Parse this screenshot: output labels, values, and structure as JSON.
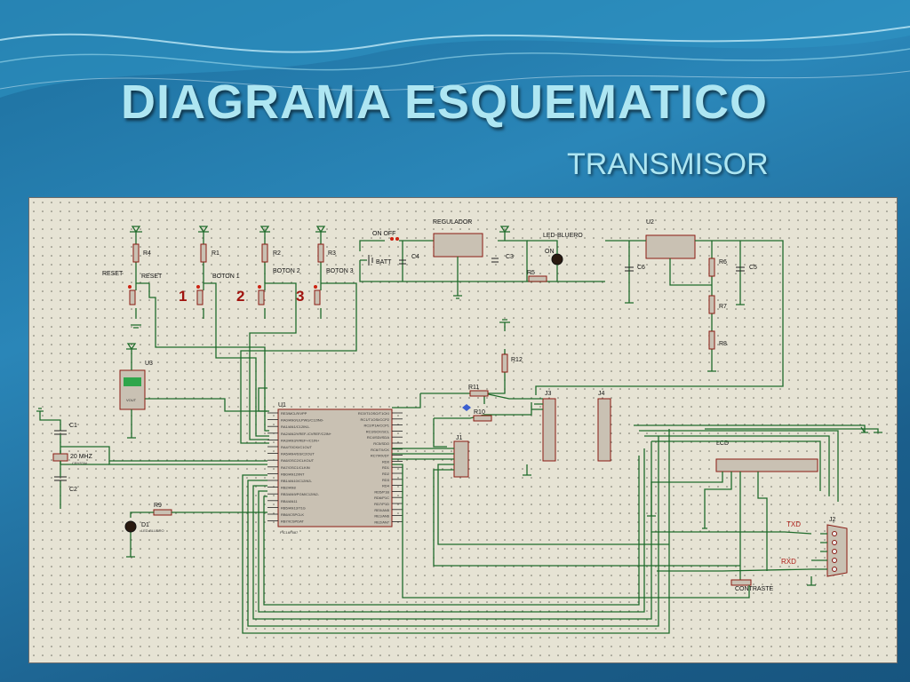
{
  "slide": {
    "title": "DIAGRAMA ESQUEMATICO",
    "subtitle": "TRANSMISOR"
  },
  "schematic": {
    "component_labels": {
      "r4": "R4",
      "r1": "R1",
      "r2": "R2",
      "r3": "R3",
      "reset_left": "RESET",
      "reset_right": "RESET",
      "boton1": "BOTON 1",
      "boton2": "BOTON 2",
      "boton3": "BOTON 3",
      "num1": "1",
      "num2": "2",
      "num3": "3",
      "onoff": "ON OFF",
      "batt": "BATT",
      "c4": "C4",
      "regulador": "REGULADOR",
      "c3": "C3",
      "r5": "R5",
      "led_top": "LED-BLUERO",
      "on": "ON",
      "u2": "U2",
      "c6": "C6",
      "r6": "R6",
      "c5": "C5",
      "r7": "R7",
      "r8": "R8",
      "u3": "U3",
      "u3_vout": "VOUT",
      "r12": "R12",
      "r11": "R11",
      "r10": "R10",
      "j3": "J3",
      "j4": "J4",
      "u1": "U1",
      "j1": "J1",
      "c1": "C1",
      "c2": "C2",
      "crystal": "20 MHZ",
      "crystal_part": "CRYSTAL",
      "r9": "R9",
      "d1": "D1",
      "d1_part": "LED-BLUERO",
      "lcd": "LCD",
      "txd": "TXD",
      "rxd": "RXD",
      "j2": "J2",
      "contraste": "CONTRASTE",
      "pic": "PIC16F887"
    },
    "u1_pins_left": [
      "RE3/MCLR/VPP",
      "RA0/AN0/ULPWU/C12IN0-",
      "RA1/AN1/C12IN1-",
      "RA2/AN2/VREF-/CVREF/C2IN+",
      "RA3/AN3/VREF+/C1IN+",
      "RA4/T0CKI/C1OUT",
      "RA5/AN4/SS/C2OUT",
      "RA6/OSC2/CLKOUT",
      "RA7/OSC1/CLKIN",
      "RB0/AN12/INT",
      "RB1/AN10/C12IN3-",
      "RB2/AN8",
      "RB3/AN9/PGM/C12IN2-",
      "RB4/AN11",
      "RB5/AN13/T1G",
      "RB6/ICSPCLK",
      "RB7/ICSPDAT"
    ],
    "u1_pins_right": [
      "RC0/T1OSO/T1CKI",
      "RC1/T1OSI/CCP2",
      "RC2/P1A/CCP1",
      "RC3/SCK/SCL",
      "RC4/SDI/SDA",
      "RC5/SDO",
      "RC6/TX/CK",
      "RC7/RX/DT",
      "RD0",
      "RD1",
      "RD2",
      "RD3",
      "RD4",
      "RD5/P1B",
      "RD6/P1C",
      "RD7/P1D",
      "RE0/AN5",
      "RE1/AN6",
      "RE2/AN7"
    ]
  }
}
